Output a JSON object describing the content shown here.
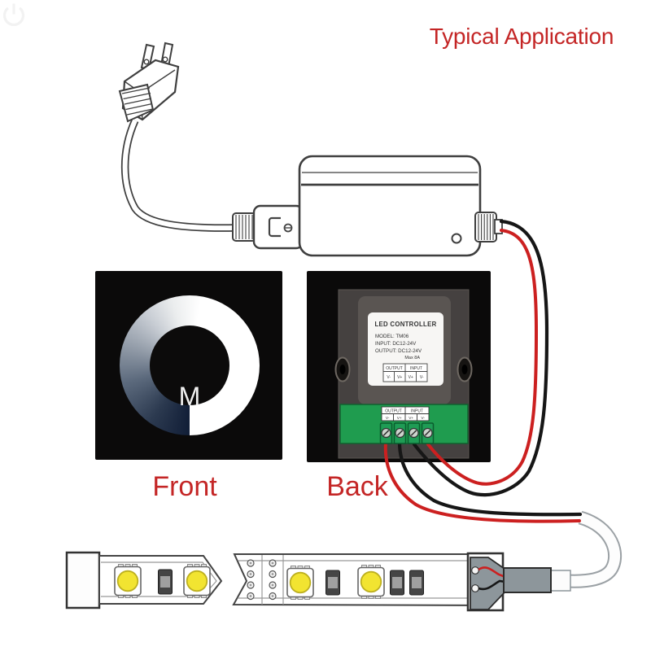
{
  "title": "Typical Application",
  "colors": {
    "accent_red": "#c42626",
    "wire_red": "#cc2020",
    "wire_black": "#161616",
    "pcb_green": "#1f9c4f",
    "terminal_green": "#1f9c55",
    "led_yellow": "#f2e431",
    "panel_black": "#0b0a0a",
    "panel_gray": "#454140",
    "connector_gray": "#8d969b"
  },
  "front_panel": {
    "caption": "Front",
    "mode_label": "M",
    "power_icon": "power-standby-symbol"
  },
  "back_panel": {
    "caption": "Back",
    "label": {
      "title": "LED CONTROLLER",
      "model": "MODEL: TM06",
      "input": "INPUT: DC12-24V",
      "output": "OUTPUT: DC12-24V",
      "max_current": "Max 8A",
      "table": {
        "headers": [
          "OUTPUT",
          "INPUT"
        ],
        "cells": [
          "V-",
          "V+",
          "V+",
          "V-"
        ]
      }
    },
    "pcb_label": {
      "headers": [
        "OUTPUT",
        "INPUT"
      ],
      "cells": [
        "V-",
        "V+",
        "V+",
        "V-"
      ]
    }
  }
}
